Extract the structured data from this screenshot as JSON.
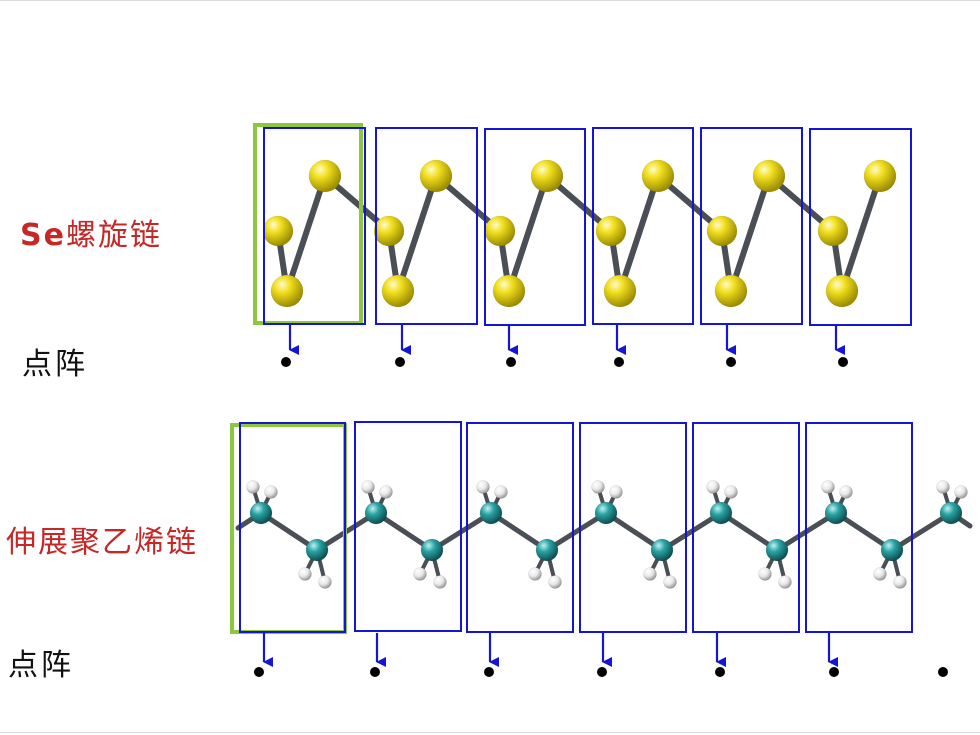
{
  "labels": {
    "se_prefix": "Se",
    "se_suffix": "螺旋链",
    "pe_chain": "伸展聚乙烯链",
    "lattice_top": "点阵",
    "lattice_bottom": "点阵"
  },
  "colors": {
    "label_red": "#c62828",
    "cell_box": "#1515d6",
    "primitive_cell": "#8dc63f",
    "arrow": "#1515d6",
    "lattice_point": "#000000",
    "se_atom": "#e6d60a",
    "carbon_atom": "#1f8a8a",
    "hydrogen_atom": "#eeeeee",
    "bond": "#4a4f55"
  },
  "diagram": {
    "se_chain": {
      "unit_cells": 6,
      "lattice_points": 6
    },
    "pe_chain": {
      "unit_cells": 6,
      "lattice_points": 7
    }
  }
}
